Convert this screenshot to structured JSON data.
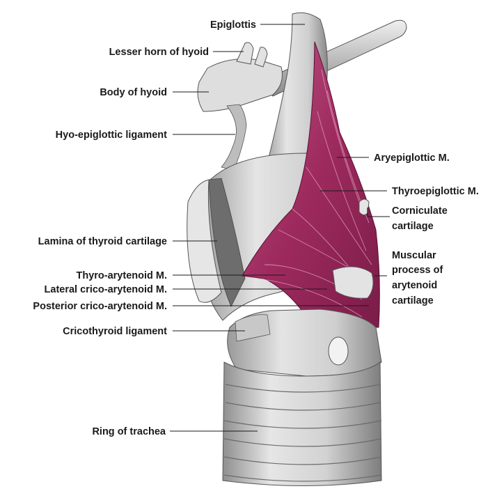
{
  "labels": {
    "epiglottis": "Epiglottis",
    "lesser_horn": "Lesser horn of hyoid",
    "body_hyoid": "Body of hyoid",
    "hyo_epiglottic": "Hyo-epiglottic ligament",
    "lamina_thyroid": "Lamina of thyroid cartilage",
    "thyro_arytenoid": "Thyro-arytenoid M.",
    "lateral_crico": "Lateral crico-arytenoid M.",
    "posterior_crico": "Posterior crico-arytenoid M.",
    "cricothyroid_lig": "Cricothyroid ligament",
    "ring_trachea": "Ring of trachea",
    "aryepiglottic": "Aryepiglottic M.",
    "thyroepiglottic": "Thyroepiglottic M.",
    "corniculate_1": "Corniculate",
    "corniculate_2": "cartilage",
    "muscular_1": "Muscular",
    "muscular_2": "process of",
    "muscular_3": "arytenoid",
    "muscular_4": "cartilage"
  },
  "colors": {
    "muscle": "#9e2a5e",
    "muscle_light": "#c9608f",
    "cartilage": "#d9d9d9",
    "cartilage_shadow": "#8c8c8c",
    "text": "#1a1a1a"
  }
}
